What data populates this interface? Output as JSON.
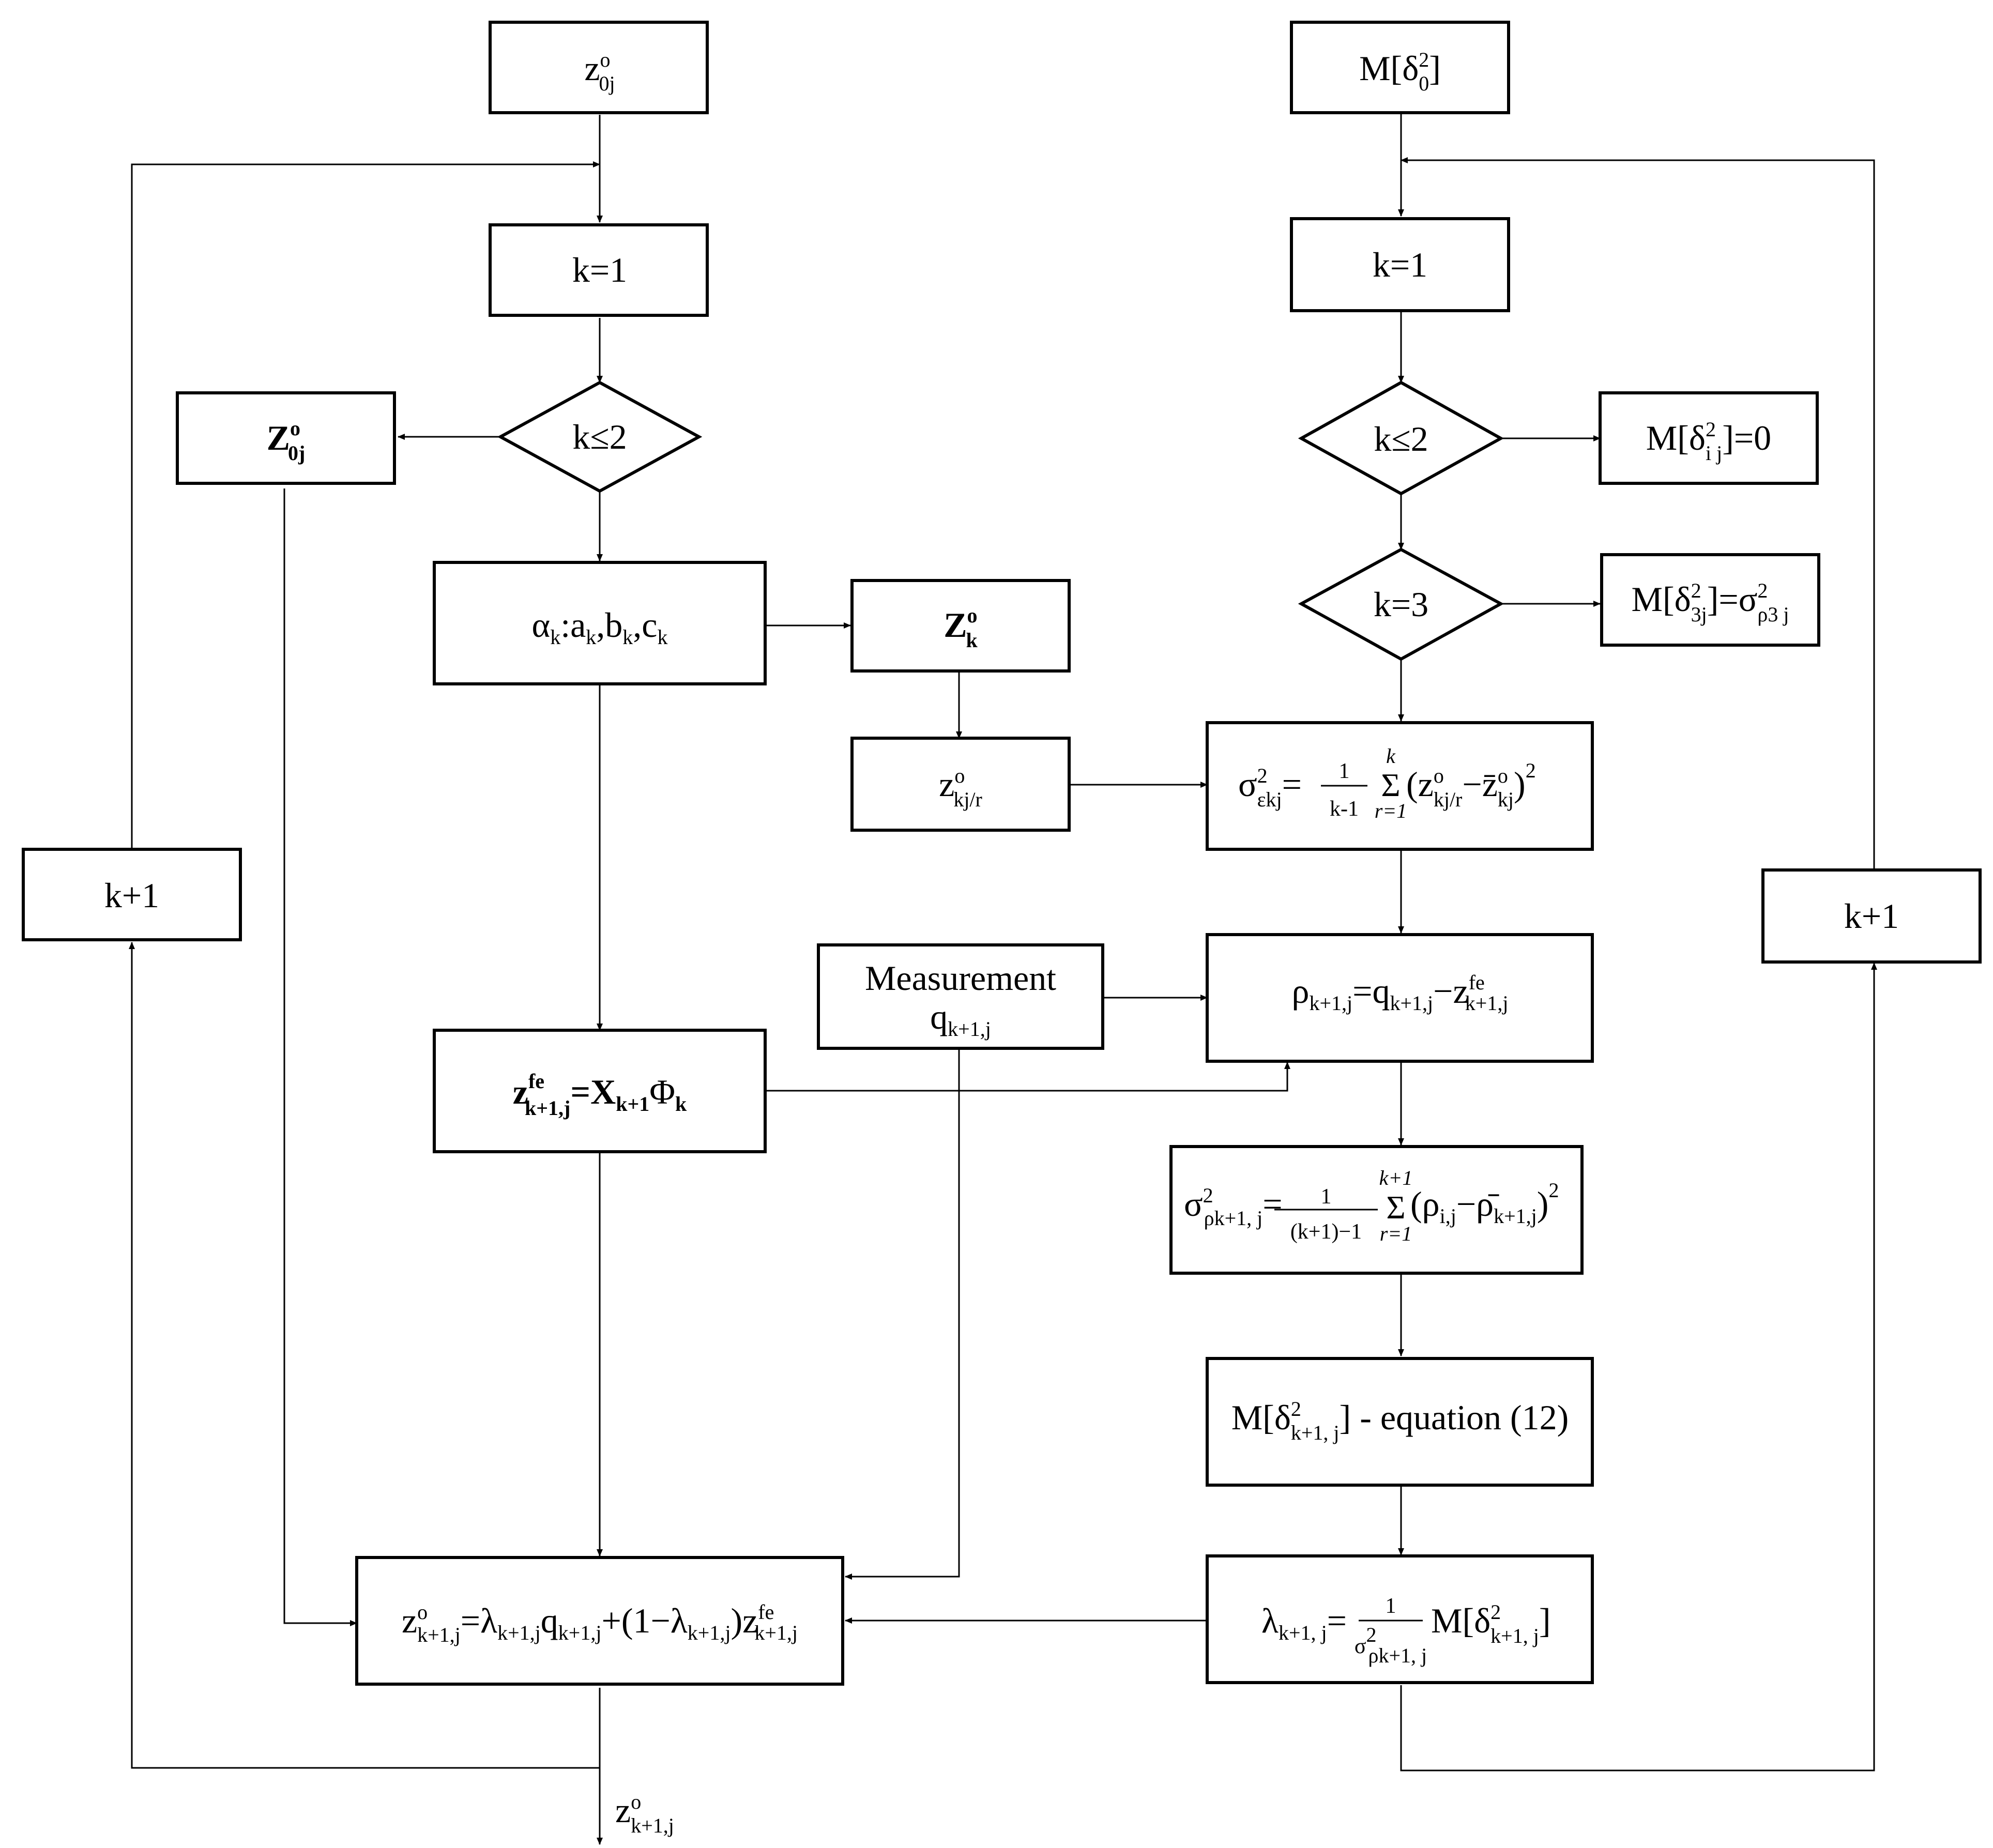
{
  "left": {
    "start": {
      "base": "z",
      "sup": "o",
      "sub": "0j"
    },
    "init": {
      "text": "k=1"
    },
    "cond": {
      "text": "k≤2"
    },
    "init_out": {
      "base": "Z",
      "sup": "o",
      "sub": "0j"
    },
    "coeffs": {
      "text": "α",
      "k_sub": "k",
      "rest": ":a",
      "b": ",b",
      "c": ",c"
    },
    "zk": {
      "base": "Z",
      "sup": "o",
      "sub": "k"
    },
    "zkjr": {
      "base": "z",
      "sup": "o",
      "sub": "kj/r"
    },
    "forecast": {
      "base": "z",
      "sup": "fe",
      "sub": "k+1,j",
      "eq": "=X",
      "x_sub": "k+1",
      "phi": "Φ",
      "phi_sub": "k"
    },
    "measure": {
      "line1": "Measurement",
      "base": "q",
      "sub": "k+1,j"
    },
    "update": {
      "z": "z",
      "z_sup": "o",
      "z_sub": "k+1,j",
      "eq": "=λ",
      "l_sub": "k+1,j",
      "q": "q",
      "q_sub": "k+1,j",
      "plus": "+(1−λ",
      "l2_sub": "k+1,j",
      "close": ")z",
      "fe_sup": "fe",
      "fe_sub": "k+1,j"
    },
    "increment": {
      "text": "k+1"
    },
    "output": {
      "base": "z",
      "sup": "o",
      "sub": "k+1,j"
    }
  },
  "right": {
    "start": {
      "pre": "M[δ",
      "sup": "2",
      "sub": "0",
      "post": "]"
    },
    "init": {
      "text": "k=1"
    },
    "cond1": {
      "text": "k≤2"
    },
    "cond1_out": {
      "pre": "M[δ",
      "sup": "2",
      "sub": "i j",
      "post": "]=0"
    },
    "cond2": {
      "text": "k=3"
    },
    "cond2_out": {
      "pre": "M[δ",
      "sup": "2",
      "sub": "3j",
      "mid": "]=σ",
      "sup2": "2",
      "sub2": "ρ3 j"
    },
    "sigma_eps": {
      "sigma": "σ",
      "sup": "2",
      "sub": "εkj",
      "eq": "=",
      "num": "1",
      "den": "k-1",
      "sum": "Σ",
      "upper": "k",
      "lower": "r=1",
      "body": "(z",
      "zsup": "o",
      "zsub": "kj/r",
      "minus": "−z̄",
      "zbsup": "o",
      "zbsub": "kj",
      "close": ")",
      "pow": "2"
    },
    "rho": {
      "rho": "ρ",
      "sub": "k+1,j",
      "eq": "=q",
      "qsub": "k+1,j",
      "minus": "−z",
      "zsup": "fe",
      "zsub": "k+1,j"
    },
    "sigma_rho": {
      "sigma": "σ",
      "sup": "2",
      "sub": "ρk+1, j",
      "eq": "=",
      "num": "1",
      "den": "(k+1)−1",
      "sum": "Σ",
      "upper": "k+1",
      "lower": "r=1",
      "body": "(ρ",
      "bsub": "i,j",
      "minus": "−ρ̄",
      "msub": "k+1,j",
      "close": ")",
      "pow": "2"
    },
    "mdelta": {
      "pre": "M[δ",
      "sup": "2",
      "sub": "k+1, j",
      "post": "] - equation (12)"
    },
    "lambda": {
      "lam": "λ",
      "sub": "k+1, j",
      "eq": "=",
      "num": "1",
      "den": "σ",
      "dsup": "2",
      "dsub": "ρk+1, j",
      "m": "M[δ",
      "msup": "2",
      "msub": "k+1, j",
      "close": "]"
    },
    "increment": {
      "text": "k+1"
    }
  }
}
